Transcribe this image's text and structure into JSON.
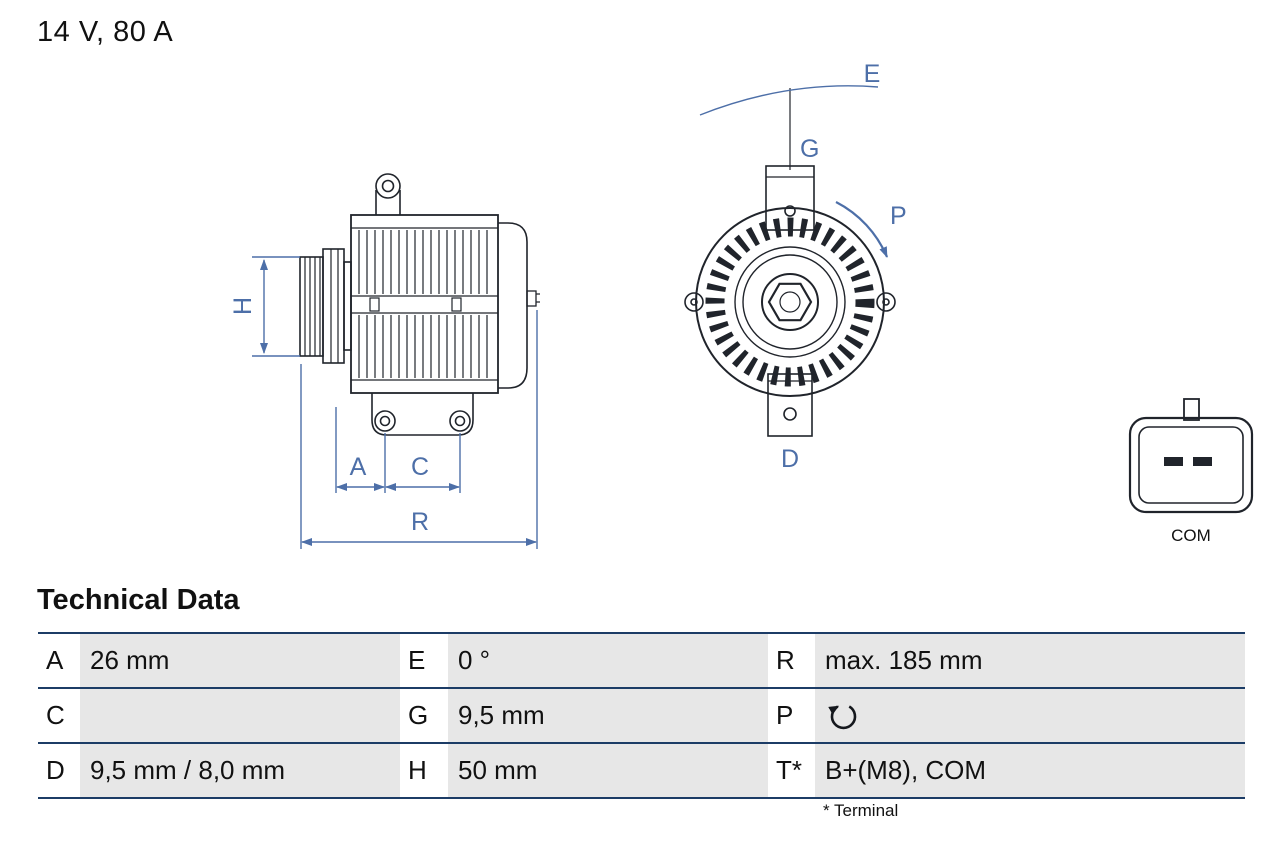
{
  "colors": {
    "accent_blue": "#4D6FA8",
    "table_border": "#1C3C66",
    "cell_gray": "#E7E7E7",
    "drawing_line": "#20242B"
  },
  "header": {
    "rating": "14 V, 80 A"
  },
  "diagram": {
    "dim_labels": {
      "H": "H",
      "A": "A",
      "C": "C",
      "R": "R",
      "E": "E",
      "G": "G",
      "P": "P",
      "D": "D"
    },
    "connector": {
      "label": "COM"
    }
  },
  "technical_data": {
    "title": "Technical Data",
    "rows": [
      [
        {
          "k": "A",
          "v": "26 mm"
        },
        {
          "k": "E",
          "v": "0 °"
        },
        {
          "k": "R",
          "v": "max. 185 mm"
        }
      ],
      [
        {
          "k": "C",
          "v": ""
        },
        {
          "k": "G",
          "v": "9,5 mm"
        },
        {
          "k": "P",
          "v": "",
          "icon": "clockwise-rotation"
        }
      ],
      [
        {
          "k": "D",
          "v": "9,5 mm / 8,0 mm"
        },
        {
          "k": "H",
          "v": "50 mm"
        },
        {
          "k": "T*",
          "v": "B+(M8), COM"
        }
      ]
    ],
    "footnote": "* Terminal"
  }
}
